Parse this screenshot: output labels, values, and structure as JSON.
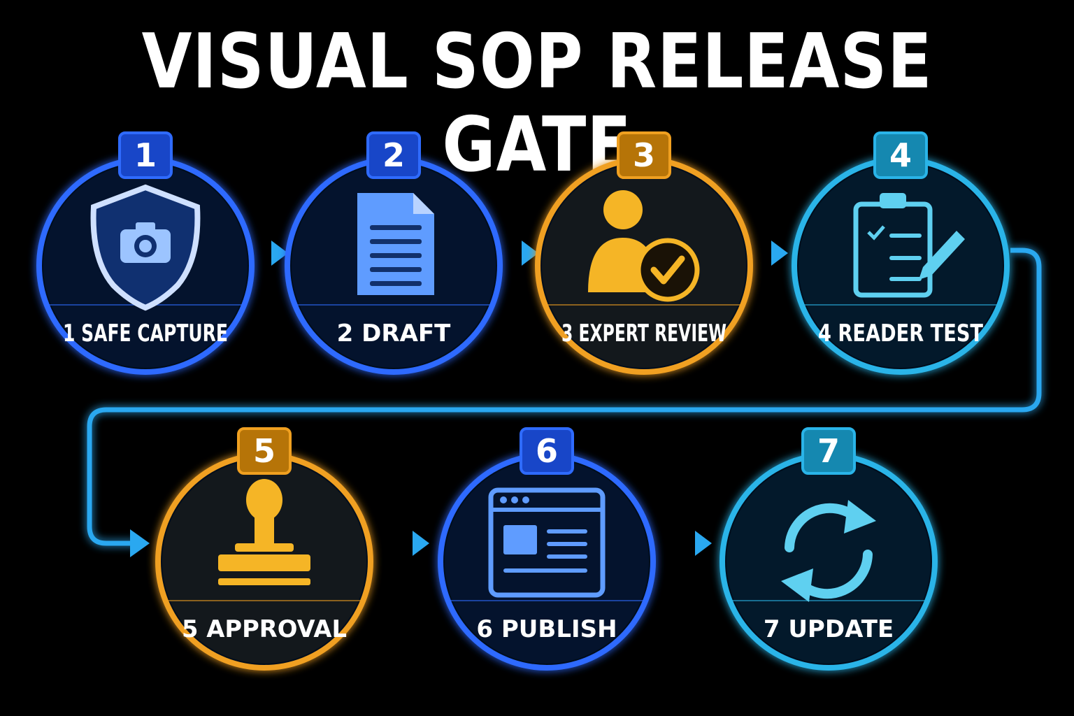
{
  "title": "VISUAL SOP RELEASE GATE",
  "colors": {
    "background": "#000000",
    "blue": "#2f6bff",
    "gold": "#f0a020",
    "cyan": "#2ab4e8",
    "connector": "#2aa8f0"
  },
  "steps": [
    {
      "number": "1",
      "label": "1 SAFE CAPTURE",
      "icon": "shield-camera-icon",
      "color": "#2f6bff"
    },
    {
      "number": "2",
      "label": "2 DRAFT",
      "icon": "document-icon",
      "color": "#2f6bff"
    },
    {
      "number": "3",
      "label": "3 EXPERT REVIEW",
      "icon": "person-check-icon",
      "color": "#f0a020"
    },
    {
      "number": "4",
      "label": "4 READER TEST",
      "icon": "clipboard-pencil-icon",
      "color": "#2ab4e8"
    },
    {
      "number": "5",
      "label": "5 APPROVAL",
      "icon": "stamp-icon",
      "color": "#f0a020"
    },
    {
      "number": "6",
      "label": "6 PUBLISH",
      "icon": "browser-window-icon",
      "color": "#2f6bff"
    },
    {
      "number": "7",
      "label": "7 UPDATE",
      "icon": "refresh-icon",
      "color": "#2ab4e8"
    }
  ]
}
